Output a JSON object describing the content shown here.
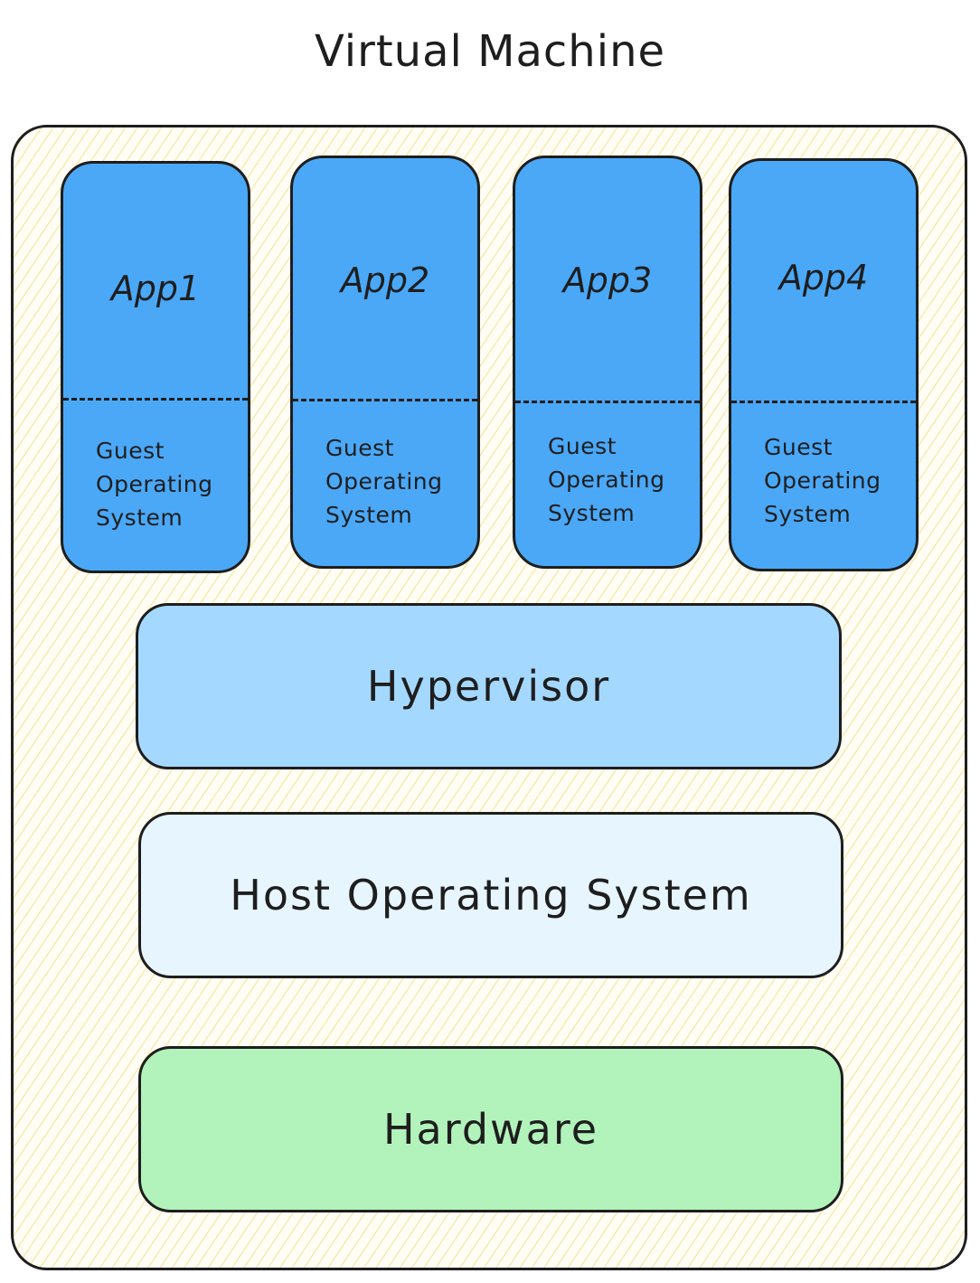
{
  "title": "Virtual Machine",
  "colors": {
    "outer_hatch": "#f0da78",
    "vm_fill": "#4aa8f7",
    "hypervisor_fill": "#a5d8ff",
    "host_os_fill": "#e7f5ff",
    "hardware_fill": "#b2f2bb",
    "stroke": "#1e1e1e"
  },
  "vms": [
    {
      "app": "App1",
      "guest_os_lines": [
        "Guest",
        "Operating",
        "System"
      ]
    },
    {
      "app": "App2",
      "guest_os_lines": [
        "Guest",
        "Operating",
        "System"
      ]
    },
    {
      "app": "App3",
      "guest_os_lines": [
        "Guest",
        "Operating",
        "System"
      ]
    },
    {
      "app": "App4",
      "guest_os_lines": [
        "Guest",
        "Operating",
        "System"
      ]
    }
  ],
  "layers": {
    "hypervisor": "Hypervisor",
    "host_os": "Host Operating System",
    "hardware": "Hardware"
  }
}
